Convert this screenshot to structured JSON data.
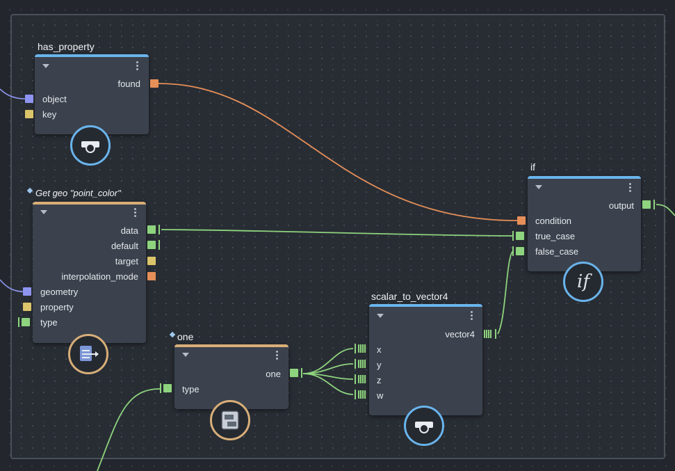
{
  "nodes": {
    "has_property": {
      "title": "has_property",
      "outputs": [
        "found"
      ],
      "inputs": [
        "object",
        "key"
      ],
      "icon": "camera-icon"
    },
    "get_geo": {
      "title": "Get geo \"point_color\"",
      "outputs": [
        "data",
        "default",
        "target",
        "interpolation_mode"
      ],
      "inputs": [
        "geometry",
        "property",
        "type"
      ],
      "icon": "export-icon"
    },
    "one": {
      "title": "one",
      "outputs": [
        "one"
      ],
      "inputs": [
        "type"
      ],
      "icon": "layers-icon"
    },
    "scalar_to_vector4": {
      "title": "scalar_to_vector4",
      "outputs": [
        "vector4"
      ],
      "inputs": [
        "x",
        "y",
        "z",
        "w"
      ],
      "icon": "camera-icon"
    },
    "if": {
      "title": "if",
      "outputs": [
        "output"
      ],
      "inputs": [
        "condition",
        "true_case",
        "false_case"
      ],
      "icon_text": "if"
    }
  },
  "colors": {
    "background": "#23272d",
    "node_body": "#3b424d",
    "accent_blue": "#6ab4ec",
    "accent_tan": "#d8ae78",
    "port_blue": "#8e95f0",
    "port_yellow": "#dcc46a",
    "port_orange": "#e68f58",
    "port_green": "#8ed47e"
  }
}
